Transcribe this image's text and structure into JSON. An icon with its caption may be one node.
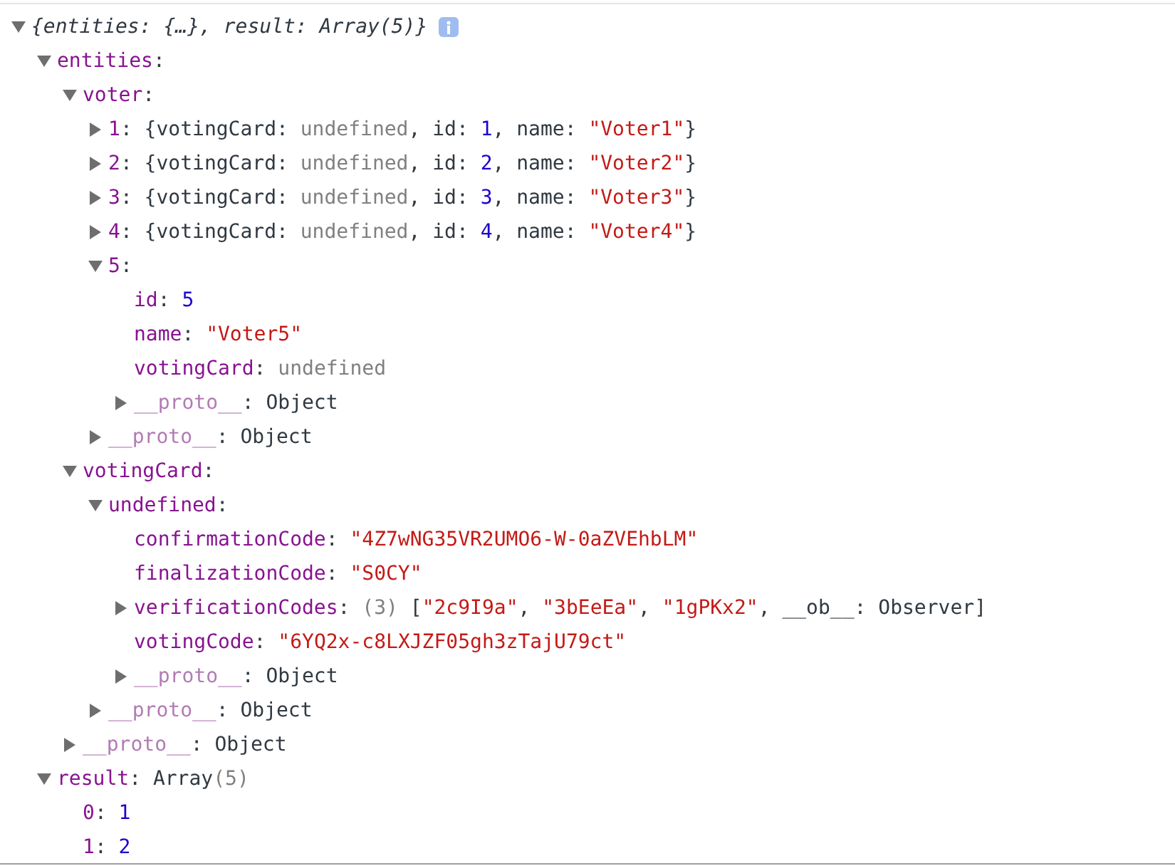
{
  "diagram": {
    "labels": [
      "{entities: {…}, result: Array(5)}",
      "entities:",
      "voter:",
      "1: {votingCard: undefined, id: 1, name: \"Voter1\"}",
      "2: {votingCard: undefined, id: 2, name: \"Voter2\"}",
      "3: {votingCard: undefined, id: 3, name: \"Voter3\"}",
      "4: {votingCard: undefined, id: 4, name: \"Voter4\"}",
      "5:",
      "id: 5",
      "name: \"Voter5\"",
      "votingCard: undefined",
      "__proto__: Object",
      "__proto__: Object",
      "votingCard:",
      "undefined:",
      "confirmationCode: \"4Z7wNG35VR2UMO6-W-0aZVEhbLM\"",
      "finalizationCode: \"S0CY\"",
      "verificationCodes: (3) [\"2c9I9a\", \"3bEeEa\", \"1gPKx2\", __ob__: Observer]",
      "votingCode: \"6YQ2x-c8LXJZF05gh3zTajU79ct\"",
      "__proto__: Object",
      "__proto__: Object",
      "__proto__: Object",
      "result: Array(5)",
      "0: 1",
      "1: 2"
    ]
  }
}
